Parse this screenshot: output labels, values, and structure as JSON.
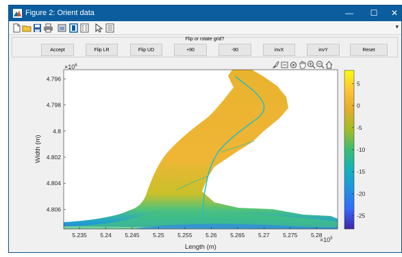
{
  "window": {
    "title": "Figure 2: Orient data",
    "minimize": "—",
    "maximize": "☐",
    "close": "✕"
  },
  "toolbar": {
    "icons": [
      "new-figure-icon",
      "open-file-icon",
      "save-icon",
      "print-icon",
      "link-plot-icon",
      "insert-colorbar-icon",
      "insert-legend-icon",
      "edit-plot-icon",
      "property-inspector-icon"
    ],
    "overflow": "▾"
  },
  "panel": {
    "title": "Flip or rotate grid?",
    "buttons": [
      "Accept",
      "Flip LR",
      "Flip UD",
      "+90",
      "-90",
      "invX",
      "invY",
      "Reset"
    ]
  },
  "axes_toolbar": [
    "brush-icon",
    "datatip-icon",
    "rotate-icon",
    "pan-icon",
    "zoom-in-icon",
    "zoom-out-icon",
    "home-icon"
  ],
  "plot": {
    "x_ticks": [
      "5.235",
      "5.24",
      "5.245",
      "5.25",
      "5.255",
      "5.26",
      "5.265",
      "5.27",
      "5.275",
      "5.28"
    ],
    "x_tick_values": [
      5.235,
      5.24,
      5.245,
      5.25,
      5.255,
      5.26,
      5.265,
      5.27,
      5.275,
      5.28
    ],
    "x_exponent_base": "×10",
    "x_exponent": "5",
    "xlabel": "Length (m)",
    "y_ticks": [
      "4.796",
      "4.798",
      "4.8",
      "4.802",
      "4.804",
      "4.806"
    ],
    "y_tick_values": [
      4.796,
      4.798,
      4.8,
      4.802,
      4.804,
      4.806
    ],
    "y_exponent_base": "×10",
    "y_exponent": "6",
    "ylabel": "Width (m)",
    "xlim": [
      5.232,
      5.284
    ],
    "ylim": [
      4.7953,
      4.8075
    ],
    "y_reversed": true,
    "colorbar_ticks": [
      "5",
      "0",
      "-5",
      "-10",
      "-15",
      "-20",
      "-25"
    ],
    "colorbar_values": [
      5,
      0,
      -5,
      -10,
      -15,
      -20,
      -25
    ],
    "colorbar_range": [
      -28,
      8
    ],
    "colormap": [
      "#f9fb0e",
      "#fec13a",
      "#e2ad2b",
      "#a2bd26",
      "#3cbc74",
      "#14b1b9",
      "#1f93e1",
      "#3669f7",
      "#3e26a8"
    ]
  }
}
